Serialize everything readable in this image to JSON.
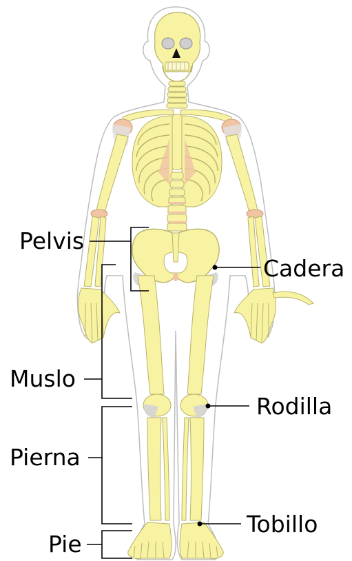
{
  "labels": {
    "pelvis": "Pelvis",
    "cadera": "Cadera",
    "muslo": "Muslo",
    "rodilla": "Rodilla",
    "pierna": "Pierna",
    "tobillo": "Tobillo",
    "pie": "Pie"
  },
  "colors": {
    "bone": "#f7f3a3",
    "bone_stroke": "#c9c37a",
    "cartilage": "#f1c4a4",
    "joint_shade": "#d4d4d4",
    "body_outline": "#bdbdbd",
    "leader_line": "#000000",
    "label_text": "#000000"
  }
}
